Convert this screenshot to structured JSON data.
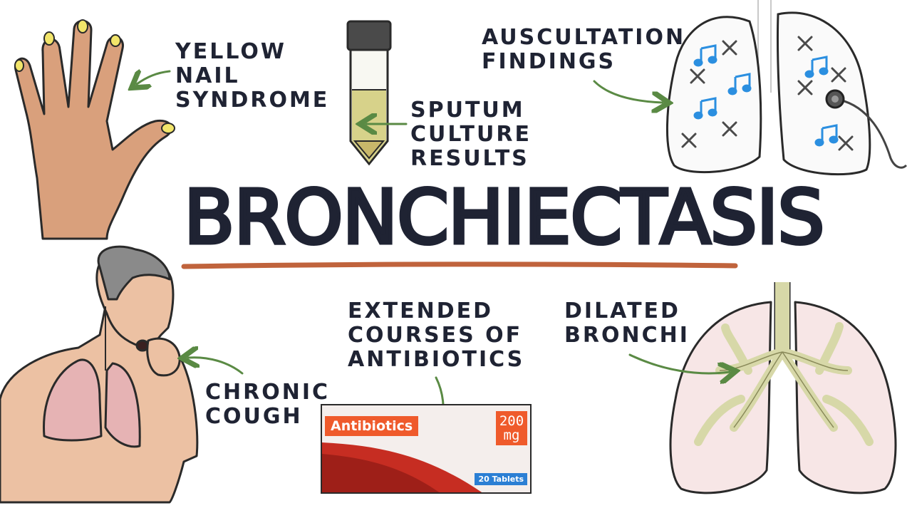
{
  "title": "BRONCHIECTASIS",
  "labels": {
    "yellow_nail": "YELLOW\nNAIL\nSYNDROME",
    "sputum": "SPUTUM\nCULTURE\nRESULTS",
    "auscultation": "AUSCULTATION\nFINDINGS",
    "chronic_cough": "CHRONIC\nCOUGH",
    "antibiotics_course": "EXTENDED\nCOURSES OF\nANTIBIOTICS",
    "dilated_bronchi": "DILATED\nBRONCHI"
  },
  "antibiotic_box": {
    "brand": "Antibiotics",
    "dose": "200\nmg",
    "count": "20 Tablets"
  },
  "colors": {
    "ink": "#1f2333",
    "arrow": "#5a8a44",
    "underline": "#c0633c",
    "skin": "#ecc1a3",
    "lung": "#f7e6e6",
    "bronchi": "#d7d8a8",
    "note": "#2b8fe0",
    "box_orange": "#ef5a2b",
    "box_red": "#c62d22",
    "box_blue": "#2b7fd4"
  },
  "icons": [
    "hand-icon",
    "sputum-tube-icon",
    "lungs-stethoscope-icon",
    "coughing-man-icon",
    "antibiotic-box-icon",
    "dilated-lungs-icon",
    "music-note-icon",
    "cross-mark-icon"
  ]
}
